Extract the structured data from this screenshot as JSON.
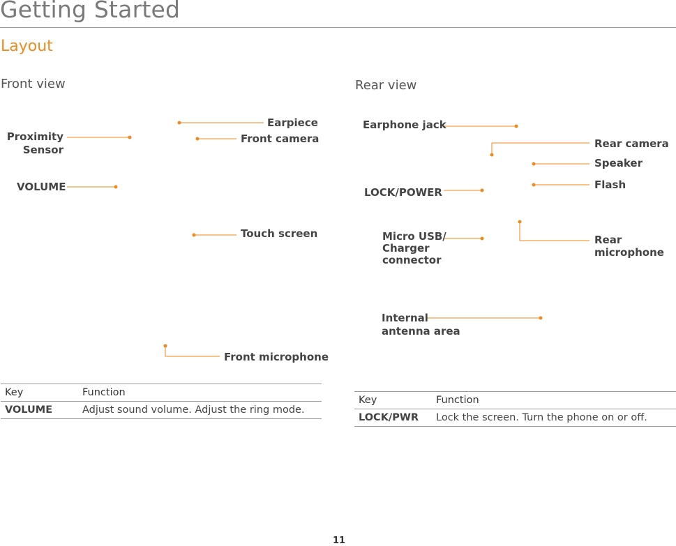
{
  "header": {
    "chapter_title": "Getting Started",
    "section_title": "Layout"
  },
  "front_view": {
    "title": "Front view",
    "labels": {
      "earpiece": "Earpiece",
      "proximity_line1": "Proximity",
      "proximity_line2": "Sensor",
      "front_camera": "Front camera",
      "volume": "VOLUME",
      "touch_screen": "Touch screen",
      "front_microphone": "Front microphone"
    },
    "table": {
      "headers": [
        "Key",
        "Function"
      ],
      "rows": [
        {
          "key": "VOLUME",
          "function": "Adjust sound volume. Adjust the ring mode."
        }
      ]
    }
  },
  "rear_view": {
    "title": "Rear view",
    "labels": {
      "earphone_jack": "Earphone jack",
      "rear_camera": "Rear camera",
      "speaker": "Speaker",
      "flash": "Flash",
      "lock_power": "LOCK/POWER",
      "micro_usb_line1": "Micro USB/",
      "micro_usb_line2": "Charger",
      "micro_usb_line3": "connector",
      "rear_mic_line1": "Rear",
      "rear_mic_line2": "microphone",
      "antenna_line1": "Internal",
      "antenna_line2": "antenna area"
    },
    "table": {
      "headers": [
        "Key",
        "Function"
      ],
      "rows": [
        {
          "key": "LOCK/PWR",
          "function": "Lock the screen. Turn the phone on or off."
        }
      ]
    }
  },
  "footer": {
    "page_number": "11"
  },
  "colors": {
    "accent": "#f08a1c",
    "rule": "#999999",
    "title_gray": "#7a7a7a"
  }
}
